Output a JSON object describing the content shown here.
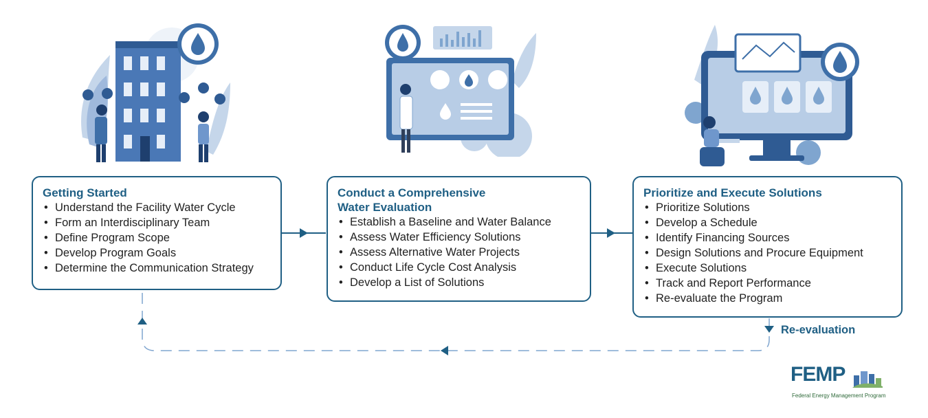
{
  "steps": [
    {
      "title": "Getting Started",
      "items": [
        "Understand the Facility Water Cycle",
        "Form an Interdisciplinary Team",
        "Define Program Scope",
        "Develop Program Goals",
        "Determine the Communication Strategy"
      ]
    },
    {
      "title_line1": "Conduct a Comprehensive",
      "title_line2": "Water Evaluation",
      "items": [
        "Establish a Baseline and Water Balance",
        "Assess Water Efficiency Solutions",
        "Assess Alternative Water Projects",
        "Conduct Life Cycle Cost Analysis",
        "Develop a List of Solutions"
      ]
    },
    {
      "title": "Prioritize and Execute Solutions",
      "items": [
        "Prioritize Solutions",
        "Develop a Schedule",
        "Identify Financing Sources",
        "Design Solutions and Procure Equipment",
        "Execute Solutions",
        "Track and Report Performance",
        "Re-evaluate the Program"
      ]
    }
  ],
  "loop_label": "Re-evaluation",
  "logo": {
    "name": "FEMP",
    "tagline": "Federal Energy Management Program"
  },
  "colors": {
    "accent": "#1f5f84",
    "illustration_light": "#b8cde6",
    "illustration_mid": "#7fa5cf",
    "illustration_dark": "#3e6fa8"
  }
}
